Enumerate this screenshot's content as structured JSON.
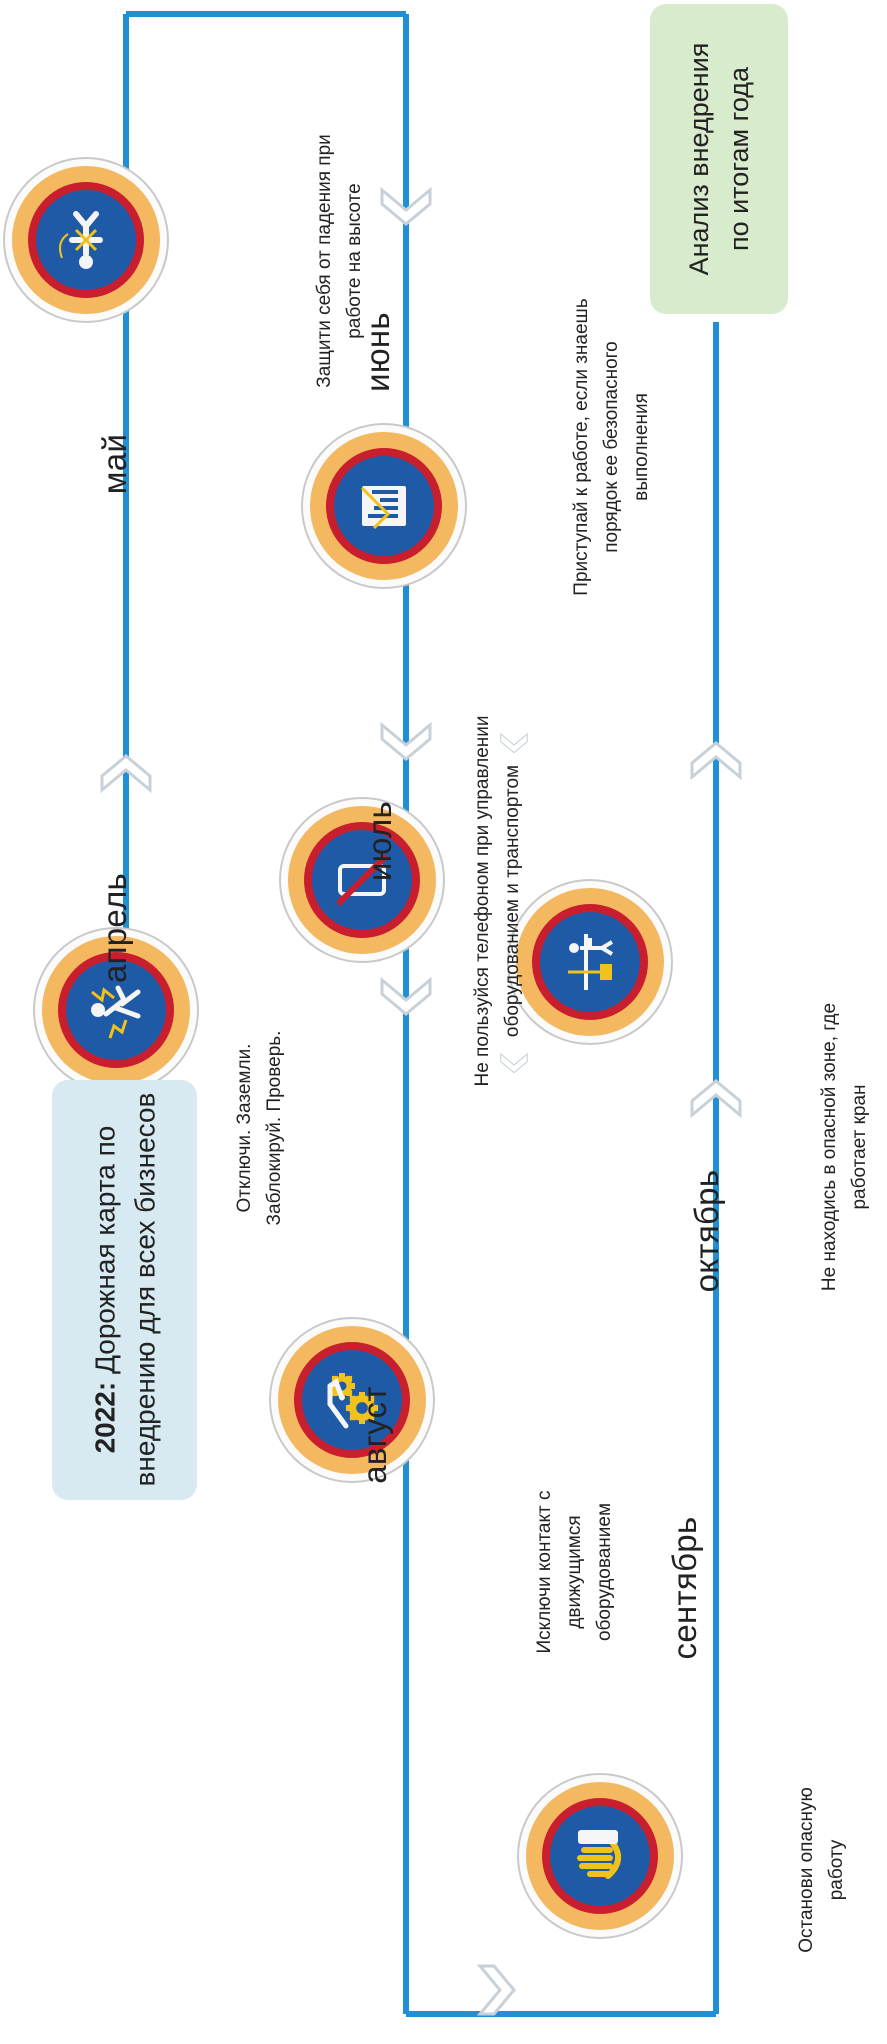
{
  "start_box": {
    "year": "2022:",
    "title": "Дорожная карта по внедрению для всех бизнесов",
    "color": "#d7e9f1"
  },
  "end_box": {
    "title": "Анализ внедрения по итогам года",
    "color": "#d9ebcd"
  },
  "months": {
    "april": "апрель",
    "may": "май",
    "june": "июнь",
    "july": "июль",
    "august": "август",
    "september": "сентябрь",
    "october": "октябрь"
  },
  "rules": {
    "energy": "Отключи. Заземли. Заблокируй. Проверь.",
    "height": "Защити себя от падения при работе на высоте",
    "permit": "Приступай к работе, если знаешь порядок ее безопасного выполнения",
    "phone": "Не пользуйся телефоном при управлении оборудованием и транспортом",
    "moving": "Исключи контакт с движущимся оборудованием",
    "stop": "Останови опасную работу",
    "crane": "Не находись в опасной зоне, где работает кран"
  },
  "icons": {
    "energy": "electric-shock-icon",
    "height": "fall-protection-icon",
    "permit": "work-permit-icon",
    "phone": "no-phone-icon",
    "moving": "moving-gears-icon",
    "stop": "stop-hand-icon",
    "crane": "crane-zone-icon"
  },
  "colors": {
    "path": "#1f8fd6",
    "chevron": "#c8d0d8",
    "badge_outer": "#c9c9c9",
    "badge_ring": "#f4b860",
    "badge_red": "#c81e2e",
    "badge_core": "#1f5aa6"
  }
}
